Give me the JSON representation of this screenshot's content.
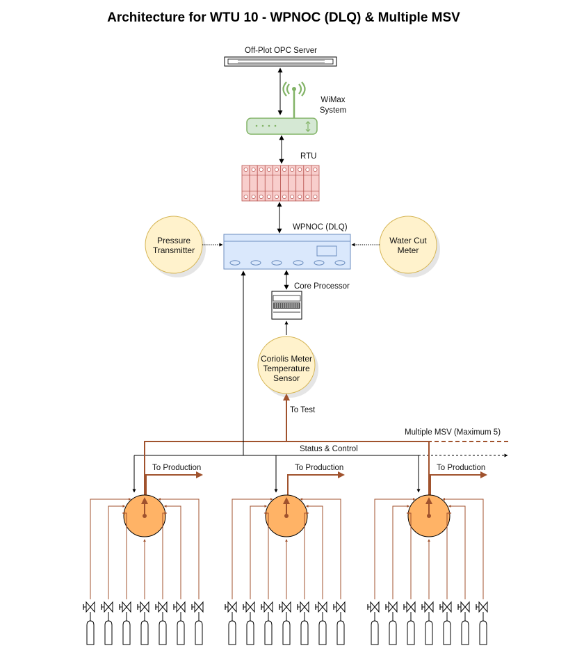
{
  "title": "Architecture for WTU 10 - WPNOC (DLQ) & Multiple MSV",
  "nodes": {
    "opc_server": "Off-Plot OPC Server",
    "wimax_line1": "WiMax",
    "wimax_line2": "System",
    "rtu": "RTU",
    "wpnoc": "WPNOC (DLQ)",
    "pressure_line1": "Pressure",
    "pressure_line2": "Transmitter",
    "watercut_line1": "Water Cut",
    "watercut_line2": "Meter",
    "core_processor": "Core Processor",
    "coriolis_line1": "Coriolis Meter",
    "coriolis_line2": "Temperature",
    "coriolis_line3": "Sensor"
  },
  "labels": {
    "to_test": "To Test",
    "multiple_msv": "Multiple MSV (Maximum 5)",
    "status_control": "Status & Control",
    "to_production_1": "To Production",
    "to_production_2": "To Production",
    "to_production_3": "To Production"
  },
  "colors": {
    "flow_line": "#a0522d",
    "msv_fill": "#ffb366",
    "circle_fill": "#fff2cc",
    "circle_stroke": "#d6b656",
    "wpnoc_fill": "#dae8fc",
    "wpnoc_stroke": "#6c8ebf",
    "rtu_fill": "#f8cecc",
    "rtu_stroke": "#b85450",
    "wimax_fill": "#d5e8d4",
    "wimax_stroke": "#82b366"
  }
}
